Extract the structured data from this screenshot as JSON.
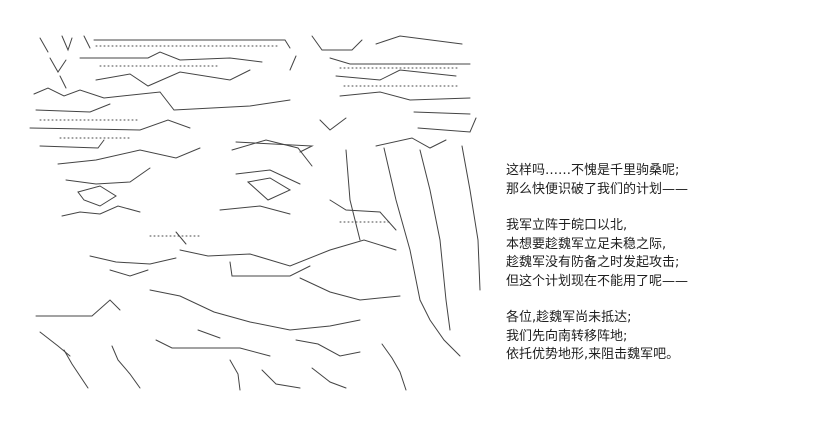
{
  "dialogue": {
    "paragraphs": [
      {
        "lines": [
          "这样吗……不愧是千里驹桑呢;",
          "那么快便识破了我们的计划——"
        ]
      },
      {
        "lines": [
          "我军立阵于皖口以北,",
          "本想要趁魏军立足未稳之际,",
          "趁魏军没有防备之时发起攻击;",
          "但这个计划现在不能用了呢——"
        ]
      },
      {
        "lines": [
          "各位,趁魏军尚未抵达;",
          "我们先向南转移阵地;",
          "依托优势地形,来阻击魏军吧。"
        ]
      }
    ]
  },
  "colors": {
    "background": "#ffffff",
    "art_stroke": "#444444",
    "text": "#1e1e1e"
  },
  "art_subject": "ascii-art-character-face"
}
